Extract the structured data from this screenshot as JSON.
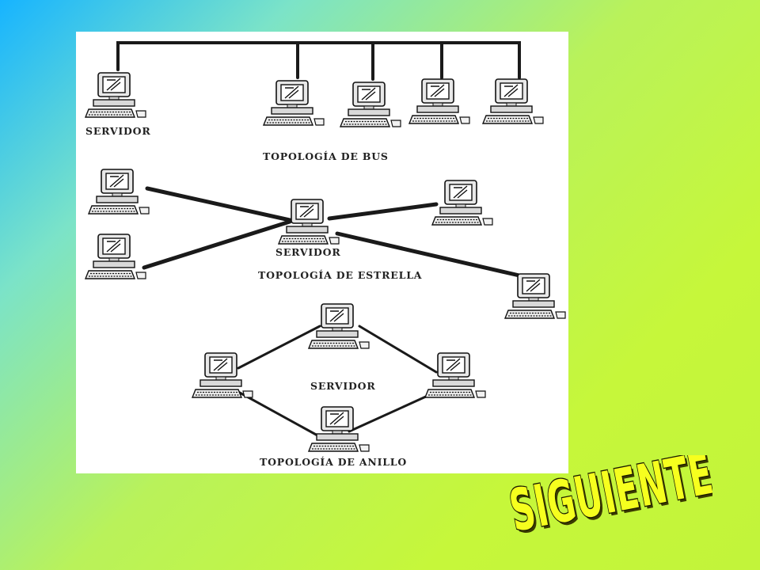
{
  "diagram": {
    "bus": {
      "title": "TOPOLOGÍA DE BUS",
      "server_label": "SERVIDOR"
    },
    "star": {
      "title": "TOPOLOGÍA DE ESTRELLA",
      "server_label": "SERVIDOR"
    },
    "ring": {
      "title": "TOPOLOGÍA DE ANILLO",
      "server_label": "SERVIDOR"
    }
  },
  "nav": {
    "next_label": "SIGUIENTE"
  },
  "colors": {
    "background_gradient": [
      "#17b4ff",
      "#b9f25a",
      "#c6f73a"
    ],
    "next_fill": "#f6ff1e",
    "next_outline": "#1b1b00"
  }
}
